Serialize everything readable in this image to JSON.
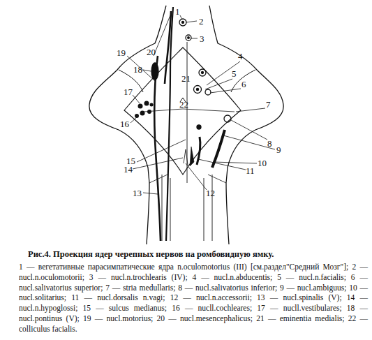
{
  "diagram": {
    "caption": "Рис.4. Проекция ядер черепных нервов на ромбовидную ямку.",
    "labels": [
      "1",
      "2",
      "3",
      "4",
      "5",
      "6",
      "7",
      "8",
      "9",
      "10",
      "11",
      "12",
      "13",
      "14",
      "15",
      "16",
      "17",
      "18",
      "19",
      "20",
      "21",
      "22",
      "1 — вегетативные парасимпатические ядра n.oculomotorius (III) [см.раздел\"Средний Мозг\"];",
      "2 — nucl.n.oculomotorii;",
      "3 — nucl.n.trochlearis (IV);",
      "4 — nucl.n.abducentis;",
      "5 — nucl.n.facialis;",
      "6 — nucl.salivatorius superior;",
      "7 — stria medullaris;",
      "8 — nucl.salivatorius inferior;",
      "9 — nucl.ambiguus;",
      "10 — nucl.solitarius;",
      "11 — nucl.dorsalis n.vagi;",
      "12 — nucl.n.accessorii;",
      "13 — nucl.spinalis (V);",
      "14 — nucl.n.hypoglossi;",
      "15 — sulcus medianus;",
      "16 — nucll.cochleares;",
      "17 — nucll.vestibulares;",
      "18 — nucl.pontinus (V);",
      "19 — nucl.motorius;",
      "20 — nucl.mesencephalicus;",
      "21 — eminentia medialis;",
      "22 — colliculus facialis."
    ]
  }
}
